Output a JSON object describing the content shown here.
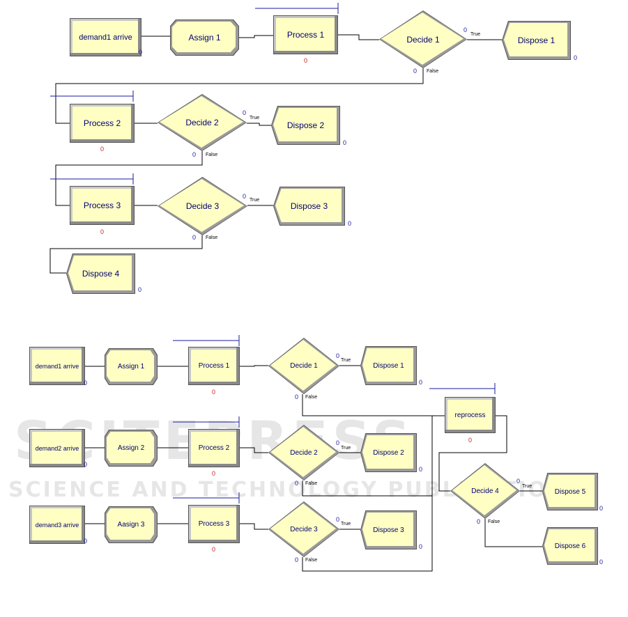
{
  "model1": {
    "create": {
      "label": "demand1 arrive",
      "count": "0"
    },
    "assign": {
      "label": "Assign 1"
    },
    "process1": {
      "label": "Process 1",
      "count": "0"
    },
    "decide1": {
      "label": "Decide 1",
      "count_true": "0",
      "count_false": "0",
      "true_label": "True",
      "false_label": "False"
    },
    "dispose1": {
      "label": "Dispose 1",
      "count": "0"
    },
    "process2": {
      "label": "Process 2",
      "count": "0"
    },
    "decide2": {
      "label": "Decide 2",
      "count_true": "0",
      "count_false": "0",
      "true_label": "True",
      "false_label": "False"
    },
    "dispose2": {
      "label": "Dispose 2",
      "count": "0"
    },
    "process3": {
      "label": "Process 3",
      "count": "0"
    },
    "decide3": {
      "label": "Decide 3",
      "count_true": "0",
      "count_false": "0",
      "true_label": "True",
      "false_label": "False"
    },
    "dispose3": {
      "label": "Dispose 3",
      "count": "0"
    },
    "dispose4": {
      "label": "Dispose 4",
      "count": "0"
    }
  },
  "model2": {
    "create1": {
      "label": "demand1 arrive",
      "count": "0"
    },
    "create2": {
      "label": "demand2 arrive",
      "count": "0"
    },
    "create3": {
      "label": "demand3 arrive",
      "count": "0"
    },
    "assign1": {
      "label": "Assign 1"
    },
    "assign2": {
      "label": "Assign 2"
    },
    "assign3": {
      "label": "Aasign 3"
    },
    "process1": {
      "label": "Process 1",
      "count": "0"
    },
    "process2": {
      "label": "Process 2",
      "count": "0"
    },
    "process3": {
      "label": "Process 3",
      "count": "0"
    },
    "decide1": {
      "label": "Decide 1",
      "count_true": "0",
      "count_false": "0",
      "true_label": "True",
      "false_label": "False"
    },
    "decide2": {
      "label": "Decide 2",
      "count_true": "0",
      "count_false": "0",
      "true_label": "True",
      "false_label": "False"
    },
    "decide3": {
      "label": "Decide 3",
      "count_true": "0",
      "count_false": "0",
      "true_label": "True",
      "false_label": "False"
    },
    "decide4": {
      "label": "Decide 4",
      "count_true": "0",
      "count_false": "0",
      "true_label": "True",
      "false_label": "False"
    },
    "dispose1": {
      "label": "Dispose 1",
      "count": "0"
    },
    "dispose2": {
      "label": "Dispose 2",
      "count": "0"
    },
    "dispose3": {
      "label": "Dispose 3",
      "count": "0"
    },
    "dispose5": {
      "label": "Dispose 5",
      "count": "0"
    },
    "dispose6": {
      "label": "Dispose 6",
      "count": "0"
    },
    "reprocess": {
      "label": "reprocess",
      "count": "0"
    }
  },
  "watermark": {
    "title": "SCITEPRESS",
    "subtitle": "SCIENCE AND TECHNOLOGY PUBLICATIONS"
  },
  "colors": {
    "module_fill": "#ffffc4",
    "label": "#00006e",
    "count_blue": "#1a1aa0",
    "count_red": "#c81e1e",
    "queue_line": "#1a1aa0"
  }
}
